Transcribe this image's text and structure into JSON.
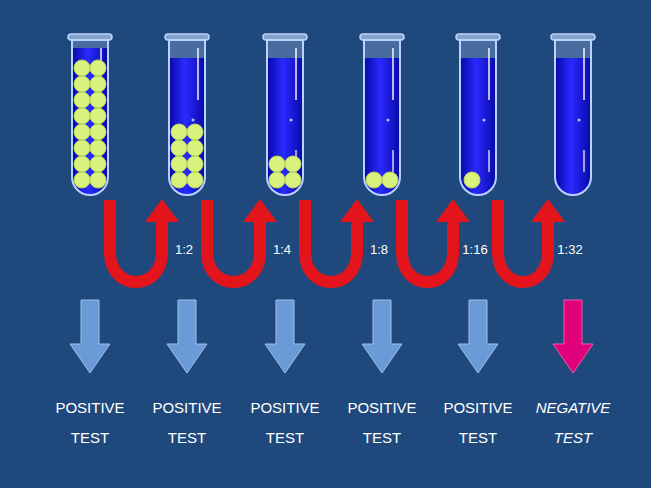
{
  "diagram": {
    "labels": [
      "1:2",
      "1:4",
      "1:8",
      "1:16",
      "1:32",
      "POSITIVE TEST",
      "POSITIVE TEST",
      "POSITIVE TEST",
      "POSITIVE TEST",
      "POSITIVE TEST",
      "NEGATIVE TEST"
    ]
  }
}
